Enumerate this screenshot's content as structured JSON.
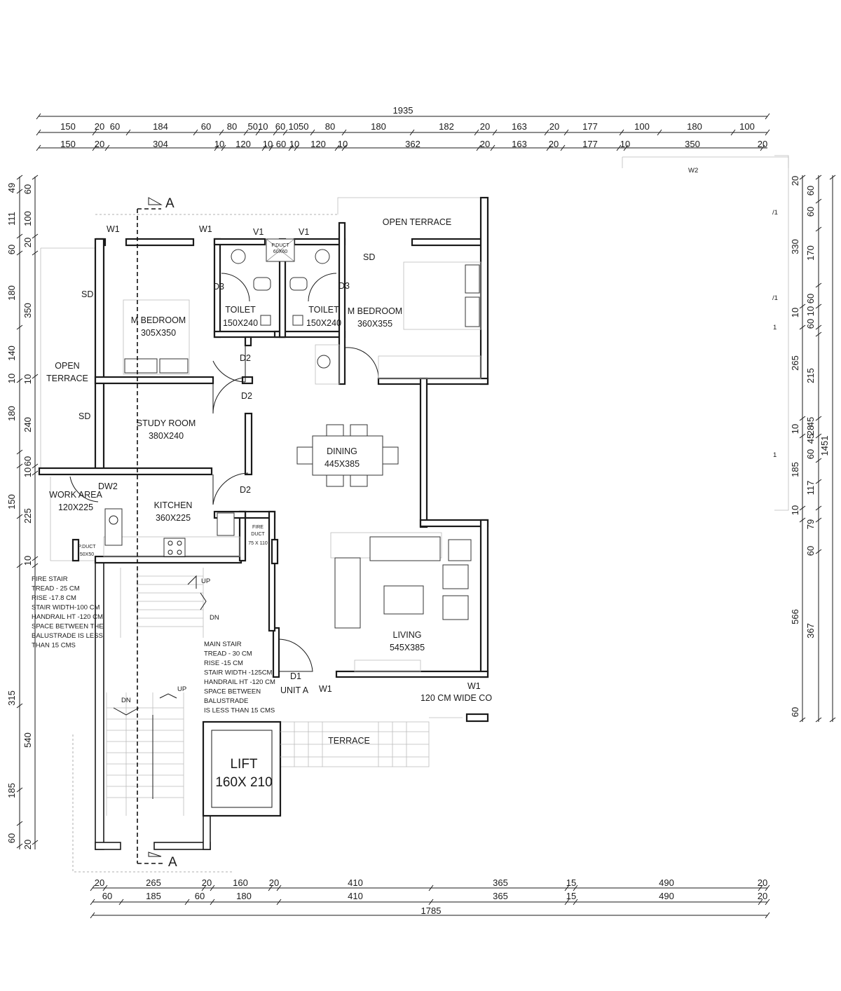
{
  "dims": {
    "top_overall": "1935",
    "top_row1": [
      "150",
      "20",
      "60",
      "184",
      "60",
      "80",
      "5010",
      "60",
      "1050",
      "80",
      "180",
      "182",
      "20",
      "163",
      "20",
      "177",
      "100",
      "180",
      "100"
    ],
    "top_row2": [
      "150",
      "20",
      "304",
      "10",
      "120",
      "10",
      "60",
      "10",
      "120",
      "10",
      "362",
      "20",
      "163",
      "20",
      "177",
      "10",
      "350",
      "20"
    ],
    "bottom_row1": [
      "20",
      "265",
      "20",
      "160",
      "20",
      "410",
      "365",
      "15",
      "490",
      "20"
    ],
    "bottom_row2": [
      "60",
      "185",
      "60",
      "180",
      "410",
      "365",
      "15",
      "490",
      "20"
    ],
    "bottom_overall": "1785",
    "left_outer": [
      "49",
      "111",
      "60",
      "180",
      "140",
      "180",
      "10",
      "150",
      "315",
      "185",
      "60"
    ],
    "left_inner": [
      "60",
      "100",
      "20",
      "350",
      "10",
      "240",
      "60",
      "10",
      "225",
      "10",
      "540",
      "20"
    ],
    "right_outer": [
      "20",
      "330",
      "10",
      "265",
      "10",
      "185",
      "10",
      "566",
      "60",
      "1451"
    ],
    "right_inner": [
      "60",
      "60",
      "170",
      "60",
      "10",
      "60",
      "215",
      "45",
      "28",
      "45",
      "60",
      "117",
      "79",
      "60",
      "367"
    ],
    "right_marks": [
      "/1",
      "/1",
      "1",
      "1"
    ]
  },
  "rooms": {
    "m_bedroom_left": [
      "M BEDROOM",
      "305X350"
    ],
    "m_bedroom_right": [
      "M BEDROOM",
      "360X355"
    ],
    "toilet_left": [
      "TOILET",
      "150X240"
    ],
    "toilet_right": [
      "TOILET",
      "150X240"
    ],
    "study": [
      "STUDY ROOM",
      "380X240"
    ],
    "dining": [
      "DINING",
      "445X385"
    ],
    "kitchen": [
      "KITCHEN",
      "360X225"
    ],
    "work_area": [
      "WORK AREA",
      "120X225"
    ],
    "living": [
      "LIVING",
      "545X385"
    ],
    "open_terrace_top": "OPEN TERRACE",
    "open_terrace_left": [
      "OPEN",
      "TERRACE"
    ],
    "terrace": "TERRACE",
    "lift": [
      "LIFT",
      "160X 210"
    ],
    "unit": "UNIT A",
    "wide_co": "120 CM WIDE CO"
  },
  "tags": {
    "w1": "W1",
    "w2": "W2",
    "v1": "V1",
    "d1": "D1",
    "d2": "D2",
    "d3": "D3",
    "sd": "SD",
    "dw2": "DW2",
    "up": "UP",
    "dn": "DN",
    "section": "A",
    "p_duct_top": [
      "P.DUCT",
      "60X60"
    ],
    "p_duct_work": [
      "P.DUCT",
      "50X50"
    ],
    "fire_duct": [
      "FIRE",
      "DUCT",
      "75 X 110"
    ]
  },
  "notes": {
    "fire_stair": [
      "FIRE STAIR",
      "TREAD - 25 CM",
      "RISE -17.8 CM",
      " STAIR WIDTH-100 CM",
      "HANDRAIL HT -120 CM",
      "SPACE BETWEEN THE",
      "BALUSTRADE IS LESS",
      "THAN 15 CMS"
    ],
    "main_stair": [
      "MAIN STAIR",
      " TREAD - 30 CM",
      "RISE -15 CM",
      "STAIR WIDTH -125CM",
      "HANDRAIL HT -120 CM",
      "SPACE BETWEEN",
      "BALUSTRADE",
      "IS LESS THAN 15 CMS"
    ]
  }
}
